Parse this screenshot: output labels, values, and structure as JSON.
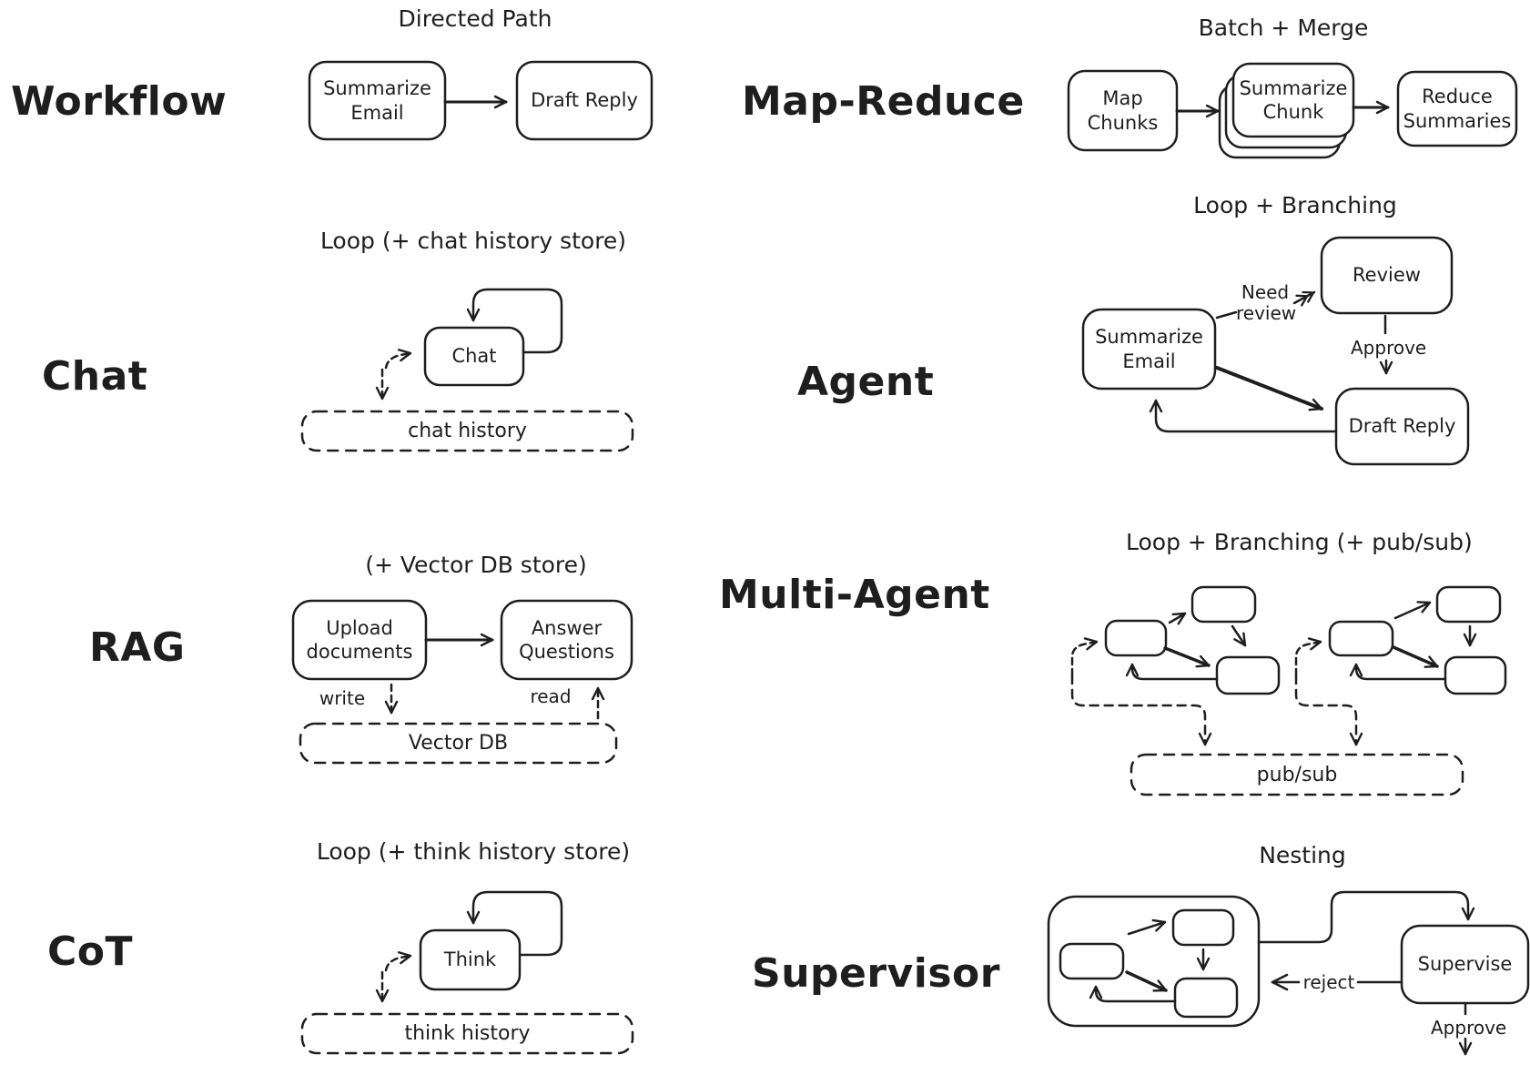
{
  "colors": {
    "ink": "#1e1e1e",
    "background": "#ffffff"
  },
  "sections": {
    "workflow": {
      "label": "Workflow",
      "title": "Directed Path",
      "nodes": {
        "summarize_email": "Summarize Email",
        "draft_reply": "Draft Reply"
      }
    },
    "map_reduce": {
      "label": "Map-Reduce",
      "title": "Batch + Merge",
      "nodes": {
        "map_chunks": "Map Chunks",
        "summarize_chunk": "Summarize Chunk",
        "reduce_summaries": "Reduce Summaries"
      }
    },
    "chat": {
      "label": "Chat",
      "title": "Loop (+ chat history store)",
      "nodes": {
        "chat": "Chat"
      },
      "store": "chat history"
    },
    "agent": {
      "label": "Agent",
      "title": "Loop + Branching",
      "nodes": {
        "summarize_email": "Summarize Email",
        "review": "Review",
        "draft_reply": "Draft Reply"
      },
      "edges": {
        "need_review": "Need review",
        "approve": "Approve"
      }
    },
    "rag": {
      "label": "RAG",
      "title": "(+ Vector DB store)",
      "nodes": {
        "upload_documents": "Upload documents",
        "answer_questions": "Answer Questions"
      },
      "edges": {
        "write": "write",
        "read": "read"
      },
      "store": "Vector DB"
    },
    "multi_agent": {
      "label": "Multi-Agent",
      "title": "Loop + Branching (+ pub/sub)",
      "store": "pub/sub"
    },
    "cot": {
      "label": "CoT",
      "title": "Loop (+ think history store)",
      "nodes": {
        "think": "Think"
      },
      "store": "think history"
    },
    "supervisor": {
      "label": "Supervisor",
      "title": "Nesting",
      "nodes": {
        "supervise": "Supervise"
      },
      "edges": {
        "reject": "reject",
        "approve": "Approve"
      }
    }
  }
}
